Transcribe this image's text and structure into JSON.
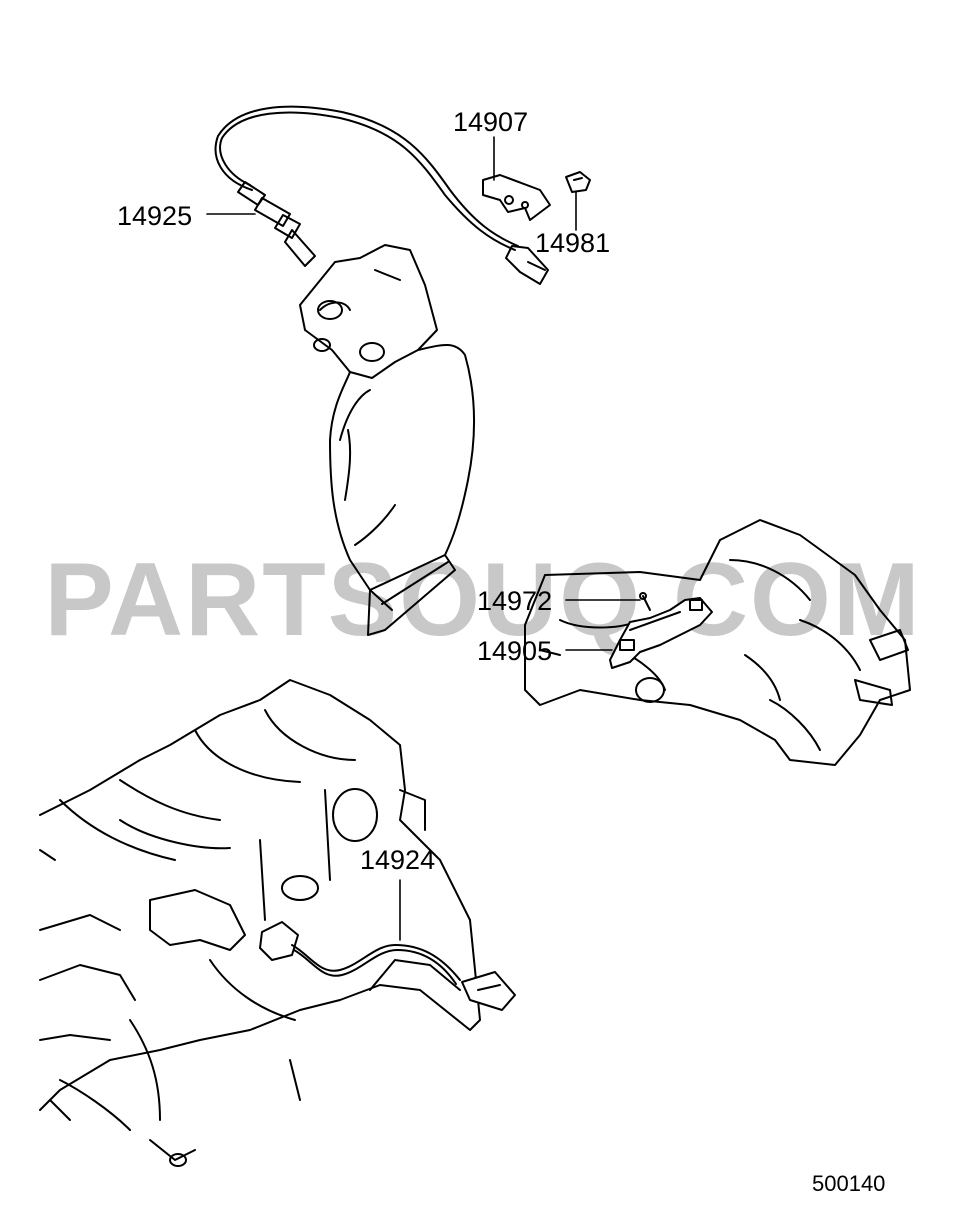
{
  "diagram": {
    "watermark": "PARTSOUQ.COM",
    "figure_code": "500140",
    "callouts": [
      {
        "id": "c-14907",
        "label": "14907",
        "part": "bracket"
      },
      {
        "id": "c-14925",
        "label": "14925",
        "part": "oxygen-sensor"
      },
      {
        "id": "c-14981",
        "label": "14981",
        "part": "bolt"
      },
      {
        "id": "c-14972",
        "label": "14972",
        "part": "screw"
      },
      {
        "id": "c-14905",
        "label": "14905",
        "part": "sensor-bracket"
      },
      {
        "id": "c-14924",
        "label": "14924",
        "part": "knock-sensor"
      }
    ],
    "colors": {
      "line": "#000000",
      "watermark": "#c8c8c8",
      "background": "#ffffff"
    }
  }
}
